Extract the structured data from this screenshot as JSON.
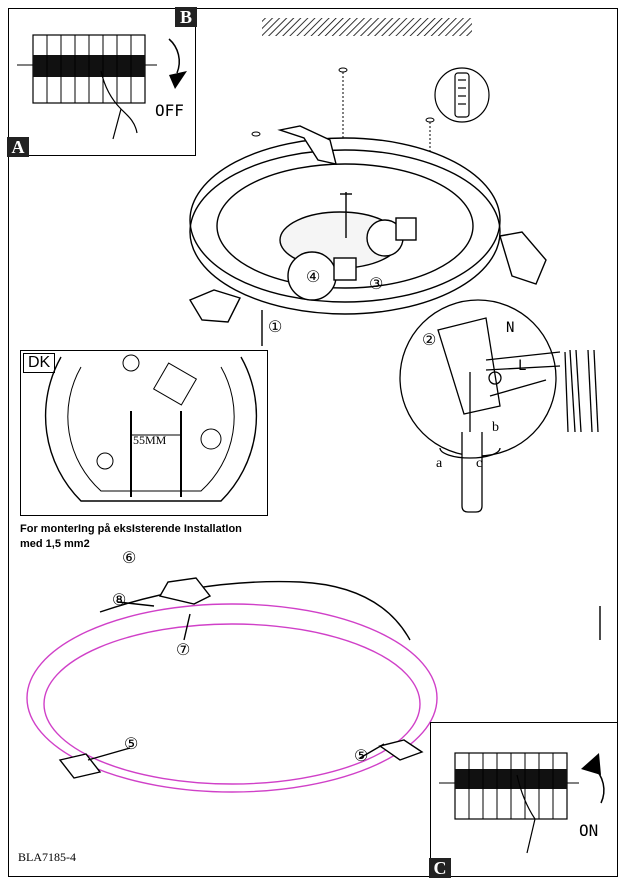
{
  "panels": {
    "b": {
      "tag": "B",
      "action": "OFF"
    },
    "a": {
      "tag": "A"
    },
    "c": {
      "tag": "C",
      "action": "ON"
    },
    "dk": {
      "tag": "DK",
      "distance": "55MM"
    }
  },
  "caption": {
    "line1": "For monterIng på  eksIsterende InstallatIon",
    "line2": "med 1,5 mm2"
  },
  "steps": [
    "①",
    "②",
    "③",
    "④",
    "⑤",
    "⑥",
    "⑦",
    "⑧"
  ],
  "wiring": {
    "n": "N",
    "l": "L",
    "a": "a",
    "b": "b",
    "c": "c"
  },
  "doc_code": "BLA7185-4",
  "colors": {
    "glass_outline": "#d040c8",
    "ink": "#000000"
  }
}
